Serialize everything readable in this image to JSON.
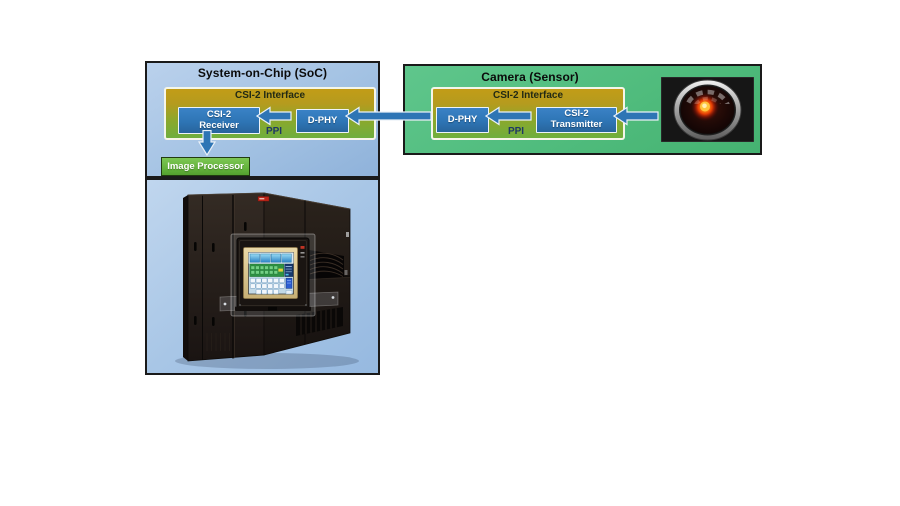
{
  "soc": {
    "title": "System-on-Chip (SoC)",
    "interface": {
      "label": "CSI-2 Interface",
      "receiver": {
        "line1": "CSI-2",
        "line2": "Receiver"
      },
      "dphy": "D-PHY",
      "ppi": "PPI"
    },
    "image_processor": "Image Processor"
  },
  "camera": {
    "title": "Camera (Sensor)",
    "interface": {
      "label": "CSI-2 Interface",
      "dphy": "D-PHY",
      "transmitter": {
        "line1": "CSI-2",
        "line2": "Transmitter"
      },
      "ppi": "PPI"
    }
  },
  "icons": {
    "camera_eye": "red-camera-lens-eye",
    "mainframe": "dark-mainframe-cabinet-with-touch-control-panel",
    "arrows": "blue-block-arrows"
  },
  "colors": {
    "block_blue": "#2E75B5",
    "arrow_blue": "#2E75B5",
    "soc_interior_blue": "#A3C2E3",
    "camera_interior_green": "#50BC7D",
    "interface_gold_top": "#C29C17",
    "interface_green_bottom": "#6FAE3D",
    "image_processor_green": "#64B43C",
    "outer_border": "#1A1A1A",
    "ppi_text": "#1F3864",
    "background": "#FFFFFF"
  }
}
